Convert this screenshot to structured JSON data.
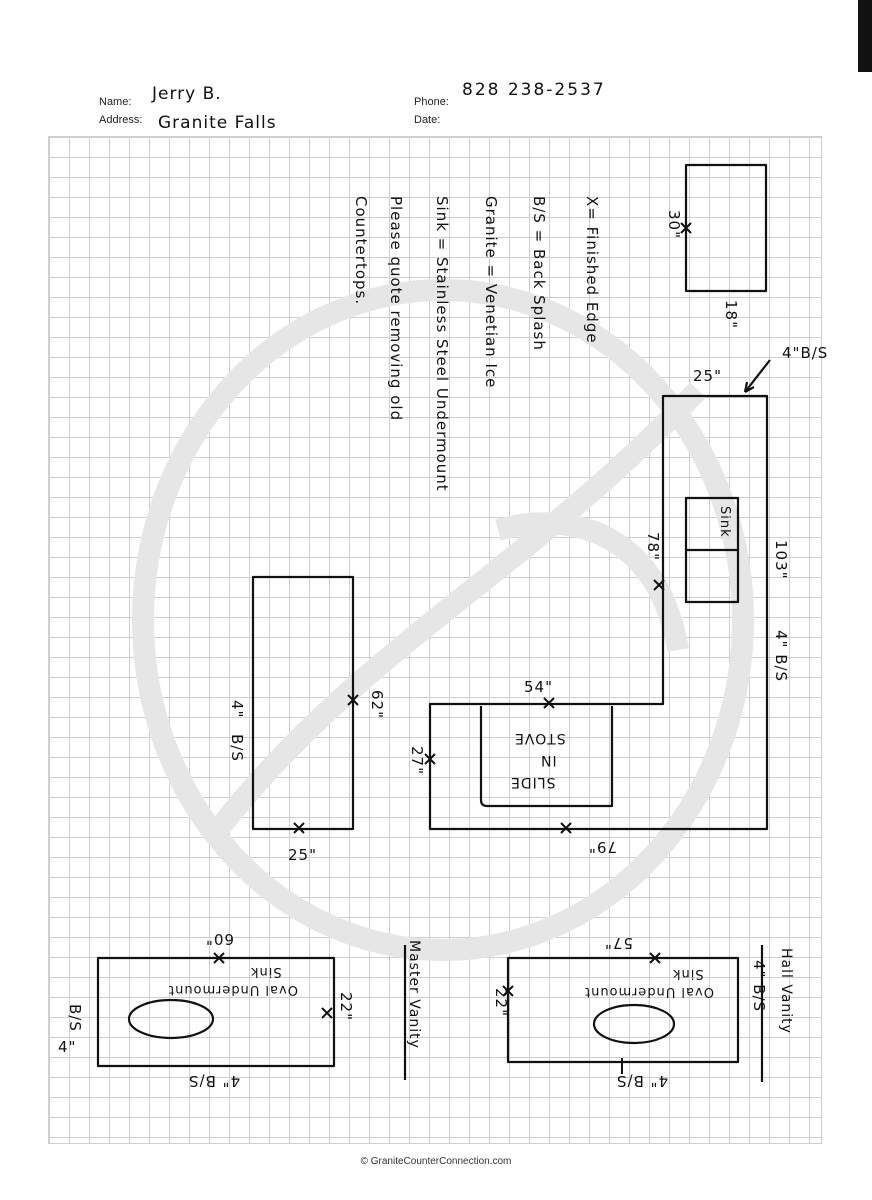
{
  "header": {
    "name_label": "Name:",
    "name_value": "Jerry B.",
    "address_label": "Address:",
    "address_value": "Granite Falls",
    "phone_label": "Phone:",
    "phone_value": "828 238-2537",
    "date_label": "Date:"
  },
  "legend": {
    "finished_edge": "X= Finished Edge",
    "backsplash": "B/S = Back Splash",
    "granite": "Granite = Venetian Ice",
    "sink": "Sink = Stainless Steel Undermount",
    "note_line1": "Please quote removing old",
    "note_line2": "Countertops."
  },
  "kitchen": {
    "small_piece_30": "30\"",
    "small_piece_18": "18\"",
    "top_25": "25\"",
    "backsplash_note_top": "4\"B/S",
    "sink_label": "Sink",
    "dim_78": "78\"",
    "dim_103": "103\"",
    "backsplash_note_right": "4\" B/S",
    "dim_54": "54\"",
    "stove_label_1": "SLIDE",
    "stove_label_2": "IN",
    "stove_label_3": "STOVE",
    "dim_27": "27\"",
    "dim_79": "79\"",
    "island_62": "62\"",
    "island_4bs_a": "4\"",
    "island_4bs_b": "B/S",
    "island_25": "25\""
  },
  "master_vanity": {
    "title": "Master Vanity",
    "dim_60": "60\"",
    "sink_line1": "Oval Undermount",
    "sink_line2": "Sink",
    "dim_22": "22\"",
    "bs_bottom": "4\" B/S",
    "bs_left_a": "4\"",
    "bs_left_b": "B/S"
  },
  "hall_vanity": {
    "title": "Hall Vanity",
    "dim_57": "57\"",
    "sink_line1": "Oval Undermount",
    "sink_line2": "Sink",
    "dim_22": "22\"",
    "bs_right": "4\" B/S",
    "bs_bottom": "4\" B/S"
  },
  "footer": "© GraniteCounterConnection.com"
}
